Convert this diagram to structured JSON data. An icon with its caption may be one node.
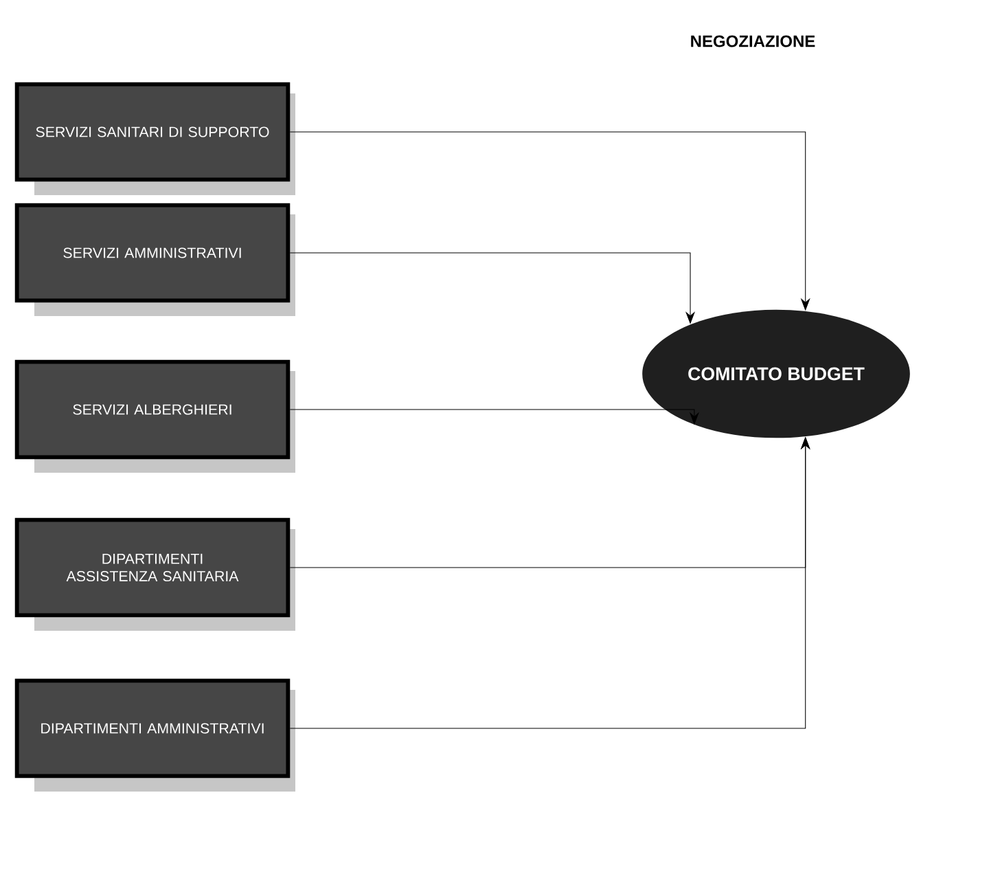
{
  "diagram": {
    "title": "NEGOZIAZIONE",
    "nodes": [
      {
        "text": [
          "SERVIZI SANITARI DI SUPPORTO"
        ]
      },
      {
        "text": [
          "SERVIZI AMMINISTRATIVI"
        ]
      },
      {
        "text": [
          "SERVIZI ALBERGHIERI"
        ]
      },
      {
        "text": [
          "DIPARTIMENTI ASSISTENZA SANITARIA"
        ]
      },
      {
        "text": [
          "DIPARTIMENTI AMMINISTRATIVI"
        ]
      },
      {
        "text": [
          "COMITATO BUDGET"
        ]
      }
    ],
    "edges": [
      {
        "from": 0,
        "to": 5,
        "arrow": "to"
      },
      {
        "from": 1,
        "to": 5,
        "arrow": "to"
      },
      {
        "from": 2,
        "to": 5,
        "arrow": "to"
      },
      {
        "from": 3,
        "to": 5,
        "arrow": "to"
      },
      {
        "from": 4,
        "to": 5,
        "arrow": "to"
      }
    ]
  }
}
